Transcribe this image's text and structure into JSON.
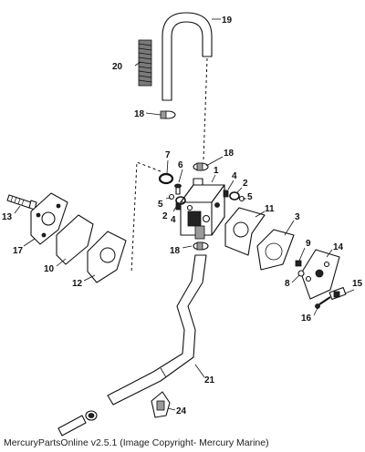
{
  "callouts": [
    {
      "id": "19",
      "text": "19"
    },
    {
      "id": "20",
      "text": "20"
    },
    {
      "id": "18a",
      "text": "18"
    },
    {
      "id": "7",
      "text": "7"
    },
    {
      "id": "6",
      "text": "6"
    },
    {
      "id": "18b",
      "text": "18"
    },
    {
      "id": "1",
      "text": "1"
    },
    {
      "id": "4a",
      "text": "4"
    },
    {
      "id": "2a",
      "text": "2"
    },
    {
      "id": "5a",
      "text": "5"
    },
    {
      "id": "5b",
      "text": "5"
    },
    {
      "id": "2b",
      "text": "2"
    },
    {
      "id": "4b",
      "text": "4"
    },
    {
      "id": "11",
      "text": "11"
    },
    {
      "id": "3",
      "text": "3"
    },
    {
      "id": "13",
      "text": "13"
    },
    {
      "id": "17",
      "text": "17"
    },
    {
      "id": "10",
      "text": "10"
    },
    {
      "id": "12",
      "text": "12"
    },
    {
      "id": "18c",
      "text": "18"
    },
    {
      "id": "9",
      "text": "9"
    },
    {
      "id": "14",
      "text": "14"
    },
    {
      "id": "8",
      "text": "8"
    },
    {
      "id": "15",
      "text": "15"
    },
    {
      "id": "16",
      "text": "16"
    },
    {
      "id": "21",
      "text": "21"
    },
    {
      "id": "24",
      "text": "24"
    }
  ],
  "footer": "MercuryPartsOnline v2.5.1 (Image Copyright- Mercury Marine)"
}
